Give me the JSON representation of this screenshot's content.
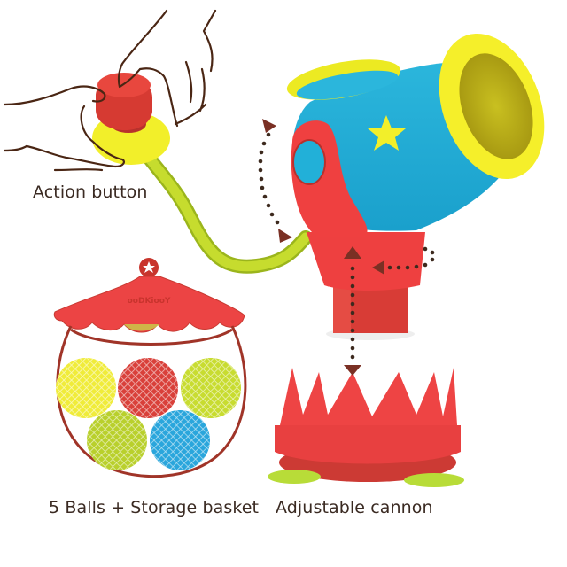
{
  "labels": {
    "action_button": "Action button",
    "balls_basket": "5 Balls + Storage basket",
    "cannon": "Adjustable cannon"
  },
  "basket": {
    "brand_text": "ooDKiooY",
    "ball_count": 5
  },
  "colors": {
    "red": "#ef4040",
    "dark_red": "#b8312c",
    "yellow": "#f2ef2a",
    "lime": "#c6dc2e",
    "blue": "#22b2d8",
    "outline": "#5a2a1a",
    "text": "#3a2a22",
    "arrow": "#7a3024",
    "dots": "#3d2a1e"
  }
}
